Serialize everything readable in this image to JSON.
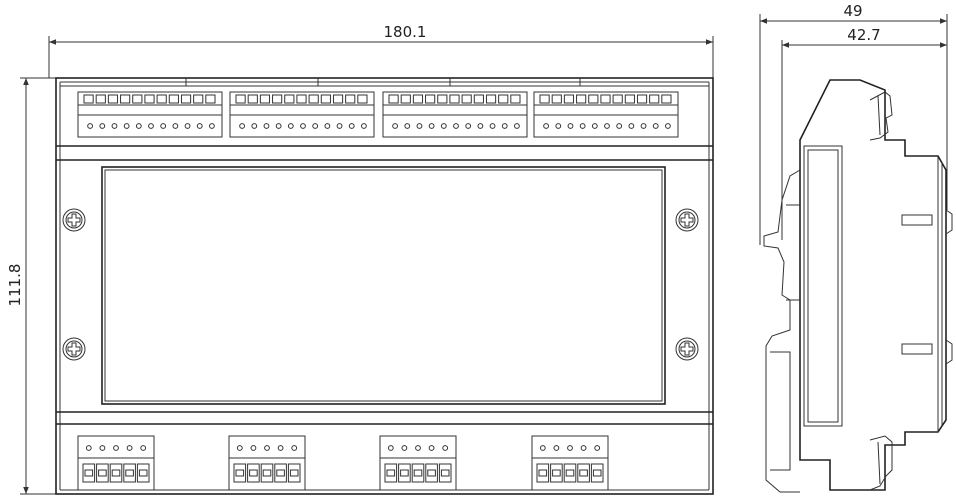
{
  "dimensions": {
    "width": "180.1",
    "height": "111.8",
    "depth_total": "49",
    "depth_body": "42.7"
  },
  "colors": {
    "line": "#333333",
    "background": "#ffffff"
  },
  "front_view": {
    "top_connectors": {
      "blocks": 4,
      "pins_per_block": 11
    },
    "bottom_connectors": {
      "blocks": 4,
      "pins_per_block": 5
    },
    "screws": 4
  }
}
